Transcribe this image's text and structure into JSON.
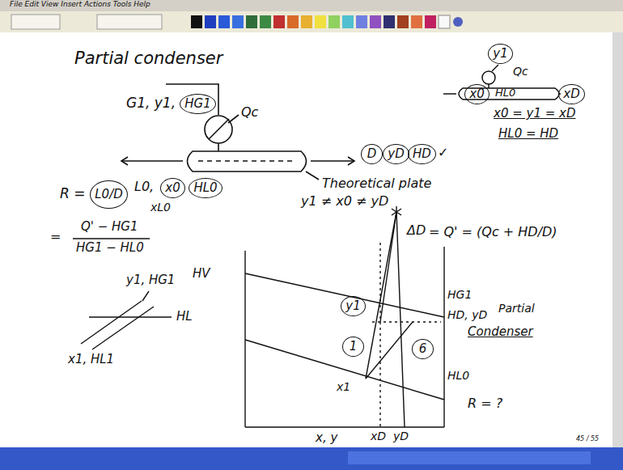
{
  "diagram": {
    "title": "Partial condenser",
    "nodes": [
      {
        "text": [
          "HG1"
        ]
      },
      {
        "text": [
          "D"
        ]
      },
      {
        "text": [
          "yD"
        ]
      },
      {
        "text": [
          "HD"
        ]
      },
      {
        "text": [
          "x0"
        ]
      },
      {
        "text": [
          "HL0"
        ]
      },
      {
        "text": [
          "L0/D"
        ]
      },
      {
        "text": [
          "y1"
        ]
      },
      {
        "text": [
          "1"
        ]
      },
      {
        "text": [
          "6"
        ]
      },
      {
        "text": [
          "y1"
        ]
      },
      {
        "text": [
          "x0"
        ]
      },
      {
        "text": [
          "xD"
        ]
      }
    ],
    "labels": [
      "File  Edit  View  Insert  Actions  Tools  Help",
      "G1, y1,",
      "Qc",
      "L0,",
      "xL0",
      "✓",
      "Theoretical plate",
      "y1 ≠ x0 ≠ yD",
      "ΔD",
      "= Q' = (Qc + HD/D)",
      "R =",
      "=",
      "Q' − HG1",
      "HG1 − HL0",
      "y1, HG1",
      "HL",
      "x1, HL1",
      "HV",
      "HG1",
      "HD, yD",
      "Partial",
      "Condenser",
      "HL0",
      "R = ?",
      "x1",
      "xD",
      "yD",
      "x, y",
      "HL0",
      "x0 = y1 = xD",
      "HL0 = HD",
      "45 / 55",
      "Qc"
    ]
  }
}
